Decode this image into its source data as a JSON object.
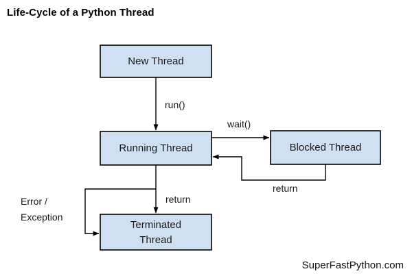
{
  "title": "Life-Cycle of a Python Thread",
  "footer": "SuperFastPython.com",
  "theme": {
    "node_fill": "#cfe0f3",
    "node_stroke": "#000000",
    "edge_color": "#000000",
    "background": "#ffffff",
    "text_color": "#1a1a1a"
  },
  "nodes": {
    "new_thread": {
      "label": "New Thread"
    },
    "running_thread": {
      "label": "Running Thread"
    },
    "blocked_thread": {
      "label": "Blocked Thread"
    },
    "terminated_thread": {
      "label_line1": "Terminated",
      "label_line2": "Thread"
    }
  },
  "edges": {
    "run": {
      "label": "run()",
      "from": "New Thread",
      "to": "Running Thread"
    },
    "wait": {
      "label": "wait()",
      "from": "Running Thread",
      "to": "Blocked Thread"
    },
    "blocked_return": {
      "label": "return",
      "from": "Blocked Thread",
      "to": "Running Thread"
    },
    "running_return": {
      "label": "return",
      "from": "Running Thread",
      "to": "Terminated Thread"
    },
    "error": {
      "label_line1": "Error /",
      "label_line2": "Exception",
      "from": "Running Thread",
      "to": "Terminated Thread"
    }
  }
}
